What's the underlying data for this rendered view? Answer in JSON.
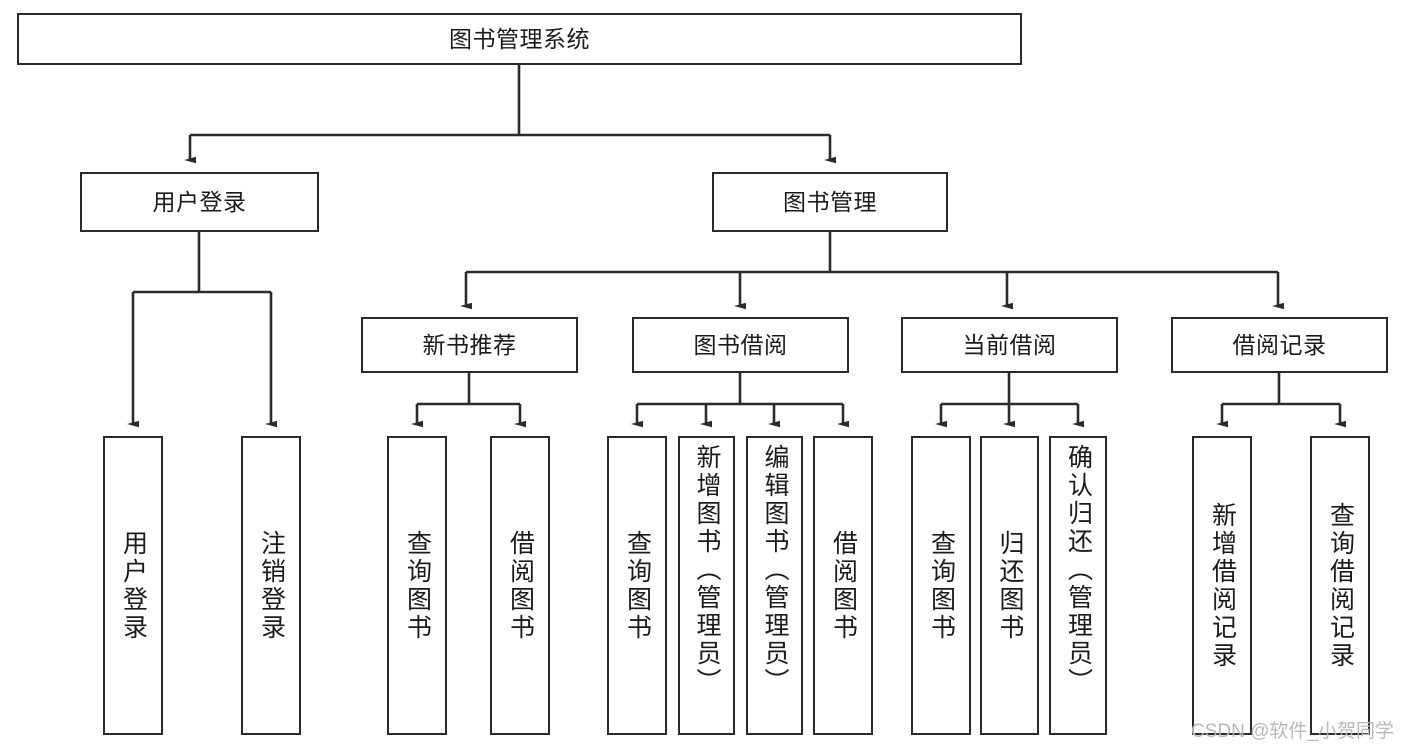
{
  "diagram": {
    "title": "图书管理系统",
    "type": "tree-hierarchy-chart",
    "watermark": "CSDN @软件_小贺同学",
    "colors": {
      "background": "#ffffff",
      "node_border": "#2b2b2b",
      "node_fill": "#ffffff",
      "text": "#1b1b1b",
      "edge": "#2b2b2b",
      "watermark": "#b9b9b9"
    },
    "levels": {
      "root": "图书管理系统",
      "level2": [
        "用户登录",
        "图书管理"
      ],
      "level3": [
        "新书推荐",
        "图书借阅",
        "当前借阅",
        "借阅记录"
      ]
    },
    "nodes": {
      "root": {
        "label": "图书管理系统"
      },
      "user_login": {
        "label": "用户登录"
      },
      "book_manage": {
        "label": "图书管理"
      },
      "new_book_rec": {
        "label": "新书推荐"
      },
      "book_borrow": {
        "label": "图书借阅"
      },
      "current_borrow": {
        "label": "当前借阅"
      },
      "borrow_record": {
        "label": "借阅记录"
      },
      "leaf_user_login": {
        "label": "用户登录"
      },
      "leaf_logout": {
        "label": "注销登录"
      },
      "leaf_query_book_1": {
        "label": "查询图书"
      },
      "leaf_borrow_book_1": {
        "label": "借阅图书"
      },
      "leaf_query_book_2": {
        "label": "查询图书"
      },
      "leaf_add_book": {
        "label": "新增图书（管理员）"
      },
      "leaf_edit_book": {
        "label": "编辑图书（管理员）"
      },
      "leaf_borrow_book_2": {
        "label": "借阅图书"
      },
      "leaf_query_book_3": {
        "label": "查询图书"
      },
      "leaf_return_book": {
        "label": "归还图书"
      },
      "leaf_confirm_return": {
        "label": "确认归还（管理员）"
      },
      "leaf_add_record": {
        "label": "新增借阅记录"
      },
      "leaf_query_record": {
        "label": "查询借阅记录"
      }
    }
  }
}
